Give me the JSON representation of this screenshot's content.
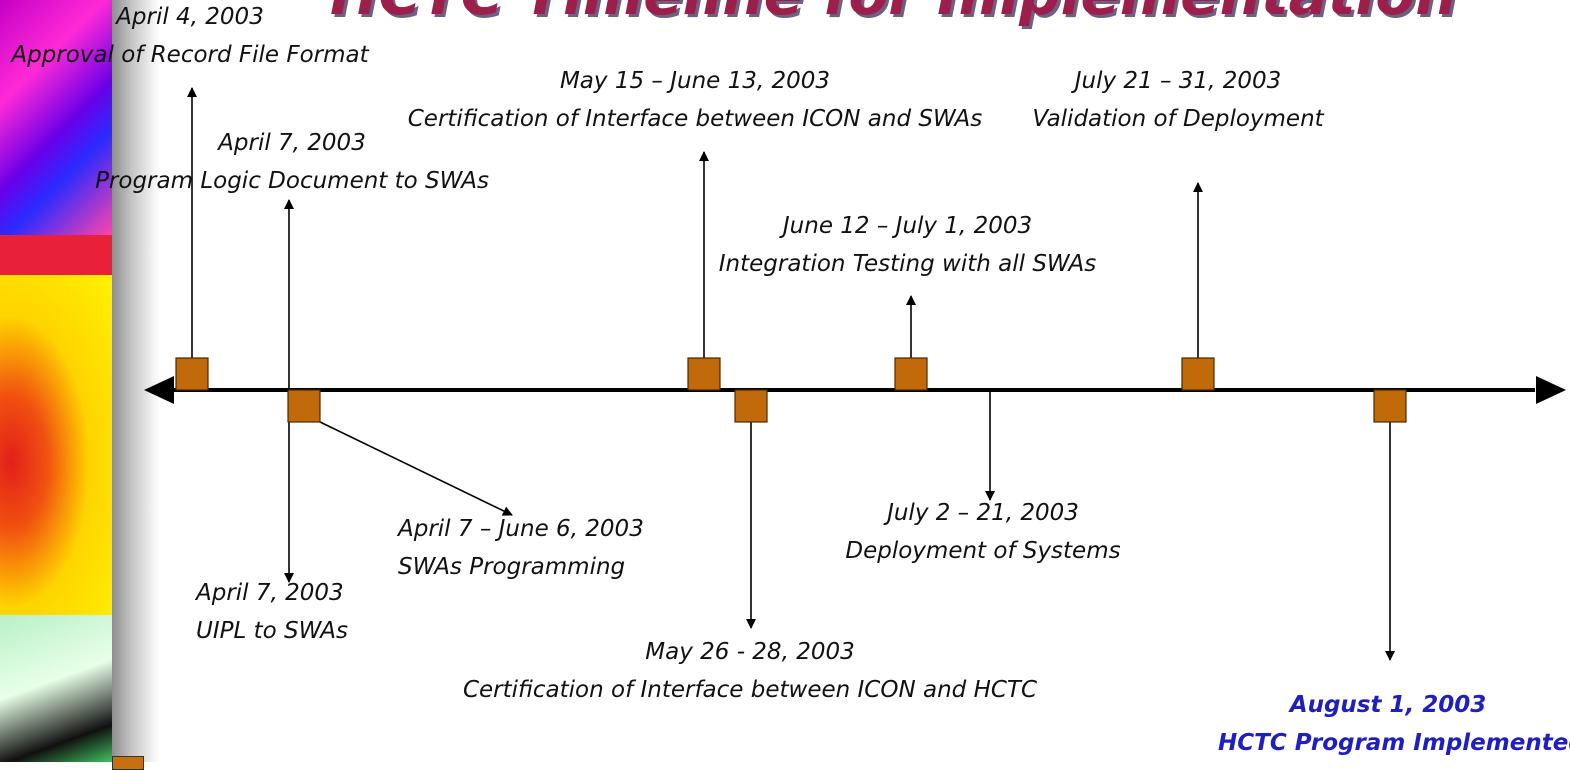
{
  "title": "HCTC Timeline for Implementation",
  "colors": {
    "title": "#9b1f4a",
    "marker_fill": "#c06a0a",
    "marker_stroke": "#4a2a00",
    "axis": "#000000",
    "final_label": "#1f1fbf"
  },
  "milestones": [
    {
      "date": "April 4, 2003",
      "event": "Approval of Record  File Format"
    },
    {
      "date": "April 7, 2003",
      "event": "Program Logic Document to SWAs"
    },
    {
      "date": "May 15 – June 13, 2003",
      "event": "Certification of Interface between ICON and SWAs"
    },
    {
      "date": "June 12 – July 1, 2003",
      "event": "Integration Testing with all SWAs"
    },
    {
      "date": "July 21 – 31, 2003",
      "event": "Validation of Deployment"
    },
    {
      "date": "April 7, 2003",
      "event": "UIPL to SWAs"
    },
    {
      "date": "April 7 – June 6, 2003",
      "event": "SWAs Programming"
    },
    {
      "date": "May 26 - 28, 2003",
      "event": "Certification of Interface between ICON and  HCTC"
    },
    {
      "date": "July 2 – 21, 2003",
      "event": "Deployment of Systems"
    },
    {
      "date": "August 1, 2003",
      "event": "HCTC Program Implemented"
    }
  ]
}
